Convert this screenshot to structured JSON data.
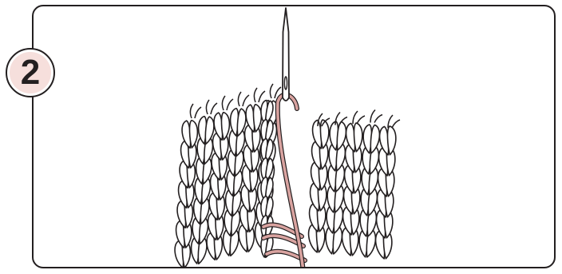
{
  "step": {
    "number": "2",
    "badge_fill": "#f6dfdc"
  },
  "colors": {
    "outline": "#231f20",
    "yarn": "#ffffff",
    "tail_yarn": "#d9a3a0"
  },
  "icons": {
    "needle": "tapestry-needle-icon",
    "left_piece": "knitted-fabric-left",
    "right_piece": "knitted-fabric-right",
    "seam": "mattress-stitch-seam"
  }
}
